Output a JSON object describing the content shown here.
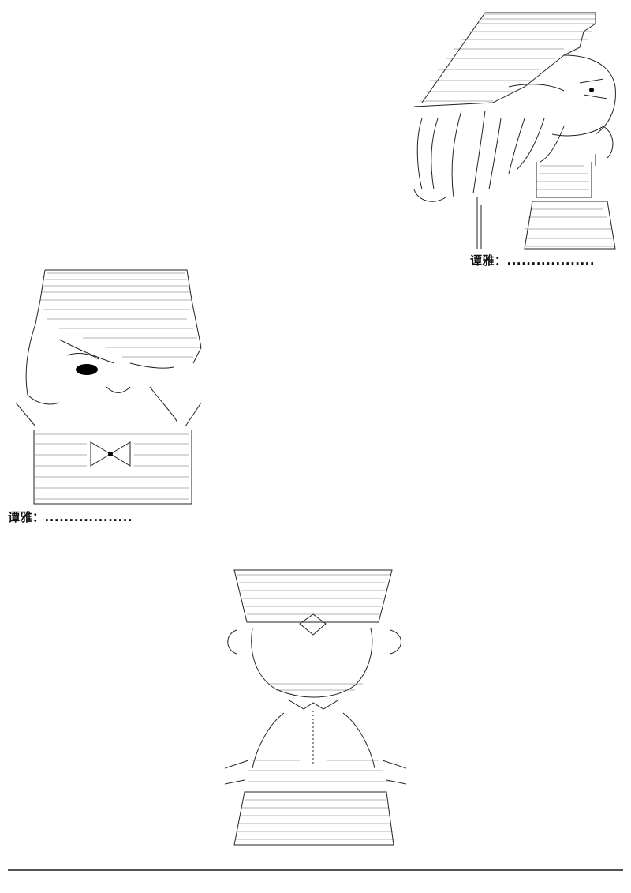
{
  "figures": [
    {
      "caption": "谭雅：..................",
      "subject": "figure with hat (top right)"
    },
    {
      "caption": "谭雅：..................",
      "subject": "figure with top hat (middle left)"
    },
    {
      "subject": "figure with square hat (bottom center)"
    }
  ]
}
